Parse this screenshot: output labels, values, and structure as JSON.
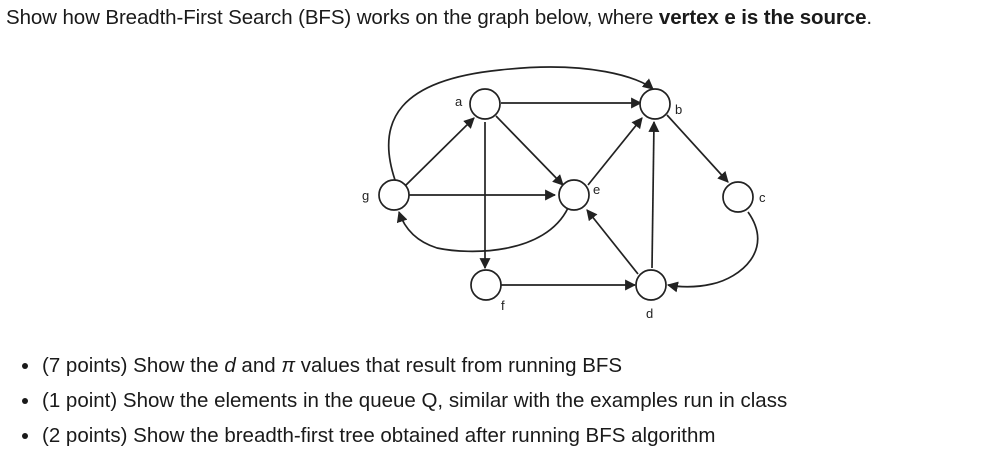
{
  "prompt": {
    "text_before": "Show how Breadth-First Search (BFS) works on the graph below, where ",
    "text_bold": "vertex e is the source",
    "text_after": "."
  },
  "graph": {
    "vertex_labels": {
      "a": "a",
      "b": "b",
      "c": "c",
      "d": "d",
      "e": "e",
      "f": "f",
      "g": "g"
    }
  },
  "bullets": [
    {
      "part1": "(7 points) Show the ",
      "var_d": "d",
      "part2": " and ",
      "var_pi": "π",
      "part3": " values that result from running BFS"
    },
    {
      "text": "(1 point) Show the elements in the queue Q, similar with the examples run in class"
    },
    {
      "text": "(2 points) Show the breadth-first tree obtained after running BFS algorithm"
    }
  ],
  "colors": {
    "text": "#1a1a1a",
    "edge": "#222222",
    "node_fill": "#ffffff"
  }
}
